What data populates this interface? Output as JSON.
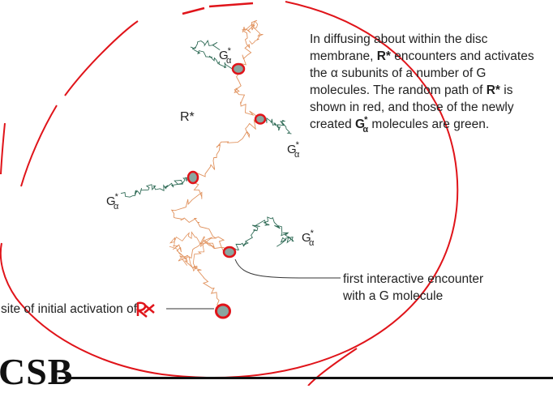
{
  "caption": {
    "parts": [
      "In diffusing about within the disc membrane, ",
      "R*",
      " encounters and activates the ",
      "α",
      " subunits of a number of G molecules. The random path of ",
      "R*",
      " is shown in red, and those of the newly created ",
      "G",
      "*",
      "α",
      " molecules are  green."
    ]
  },
  "labels": {
    "r_star": "R*",
    "g": "G",
    "star": "*",
    "alpha": "α",
    "first_encounter": "first interactive encounter",
    "first_encounter_2": "with a G molecule",
    "initial_site": "site of initial activation of ",
    "initial_site_mark": "R*"
  },
  "logo": {
    "text": "CSB"
  },
  "colors": {
    "r_path": "#e0915c",
    "g_path": "#2f6b56",
    "annotation_red": "#e0141a",
    "molecule_fill": "#8aa6a0"
  }
}
